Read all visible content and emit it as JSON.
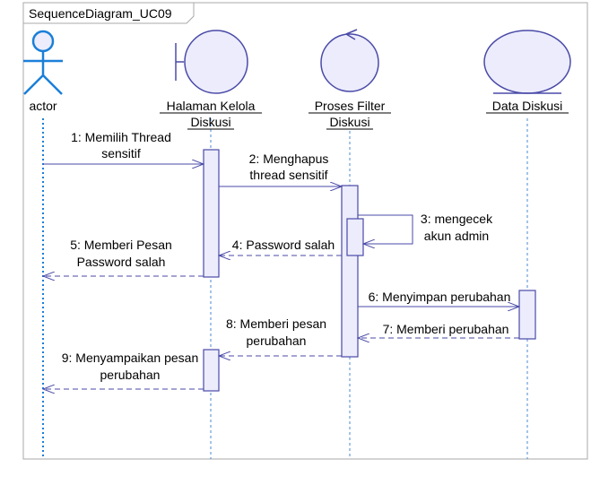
{
  "diagram": {
    "frame_title": "SequenceDiagram_UC09",
    "lifelines": [
      {
        "id": "actor",
        "kind": "actor",
        "label_lines": [
          "actor"
        ]
      },
      {
        "id": "halaman",
        "kind": "boundary",
        "label_lines": [
          "Halaman Kelola",
          "Diskusi"
        ]
      },
      {
        "id": "proses",
        "kind": "control",
        "label_lines": [
          "Proses Filter",
          "Diskusi"
        ]
      },
      {
        "id": "data",
        "kind": "entity",
        "label_lines": [
          "Data Diskusi"
        ]
      }
    ],
    "messages": [
      {
        "num": 1,
        "from": "actor",
        "to": "halaman",
        "type": "call",
        "label_lines": [
          "1: Memilih Thread",
          "sensitif"
        ]
      },
      {
        "num": 2,
        "from": "halaman",
        "to": "proses",
        "type": "call",
        "label_lines": [
          "2: Menghapus",
          "thread sensitif"
        ]
      },
      {
        "num": 3,
        "from": "proses",
        "to": "proses",
        "type": "self",
        "label_lines": [
          "3: mengecek",
          "akun admin"
        ]
      },
      {
        "num": 4,
        "from": "proses",
        "to": "halaman",
        "type": "return",
        "label_lines": [
          "4: Password salah"
        ]
      },
      {
        "num": 5,
        "from": "halaman",
        "to": "actor",
        "type": "return",
        "label_lines": [
          "5: Memberi Pesan",
          "Password salah"
        ]
      },
      {
        "num": 6,
        "from": "proses",
        "to": "data",
        "type": "call",
        "label_lines": [
          "6: Menyimpan perubahan"
        ]
      },
      {
        "num": 7,
        "from": "data",
        "to": "proses",
        "type": "return",
        "label_lines": [
          "7: Memberi perubahan"
        ]
      },
      {
        "num": 8,
        "from": "proses",
        "to": "halaman",
        "type": "return",
        "label_lines": [
          "8: Memberi pesan",
          "perubahan"
        ]
      },
      {
        "num": 9,
        "from": "halaman",
        "to": "actor",
        "type": "return",
        "label_lines": [
          "9: Menyampaikan pesan",
          "perubahan"
        ]
      }
    ],
    "colors": {
      "line": "#4a4aa8",
      "actor": "#1a7fd8",
      "fill": "#ececfc",
      "frame": "#9a9a9a"
    }
  }
}
